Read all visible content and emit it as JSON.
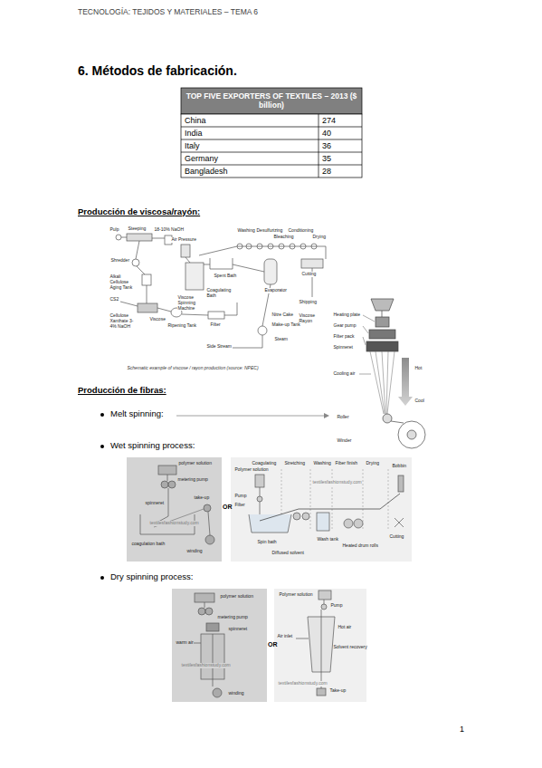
{
  "diagram": {
    "title": "6. Métodos de fabricación.",
    "labels": [
      "TECNOLOGÍA: TEJIDOS Y MATERIALES – TEMA 6",
      "TOP FIVE EXPORTERS OF TEXTILES – 2013 ($ billion)",
      "China",
      "274",
      "India",
      "40",
      "Italy",
      "36",
      "Germany",
      "35",
      "Bangladesh",
      "28",
      "Producción de viscosa/rayón:",
      "Producción de fibras:",
      "Melt spinning:",
      "Wet spinning process:",
      "Dry spinning process:",
      "OR",
      "OR",
      "1",
      "Pulp",
      "Steeping",
      "18-10% NaOH",
      "Shredder",
      "Alkali Cellulose Aging Tank",
      "CS2",
      "Cellulose Xanthate 3-4% NaOH",
      "Viscose",
      "Ripening Tank",
      "Air Pressure",
      "Viscose Spinning Machine",
      "Coagulating Bath",
      "Spent Bath",
      "Washing",
      "Desulfurizing",
      "Bleaching",
      "Conditioning",
      "Drying",
      "Cutting",
      "Shipping",
      "Viscose Rayon",
      "Evaporator",
      "Filter",
      "Nitre Cake",
      "Make-up Tank",
      "Steam",
      "Side Stream",
      "Schematic example of viscose / rayon production (source: NPEC)",
      "Heating plate",
      "Gear pump",
      "Filter pack",
      "Spinneret",
      "Hot",
      "Cooling air",
      "Cool",
      "Roller",
      "Winder",
      "polymer solution",
      "metering pump",
      "spinneret",
      "take-up",
      "coagulation bath",
      "winding",
      "textilesfashionstudy.com",
      "Coagulating",
      "Stretching",
      "Washing",
      "Fiber finish",
      "Drying",
      "Bobbin",
      "Polymer solution",
      "Pump",
      "Filter",
      "Spin bath",
      "Diffused solvent",
      "Wash tank",
      "Heated drum rolls",
      "Cutting",
      "textilesfashionstudy.com",
      "polymer solution",
      "metering pump",
      "warm air",
      "spinneret",
      "winding",
      "textilesfashionstudy.com",
      "Polymer solution",
      "Pump",
      "Air inlet",
      "Hot air",
      "Solvent recovery",
      "Take-up",
      "textilesfashionstudy.com"
    ]
  }
}
